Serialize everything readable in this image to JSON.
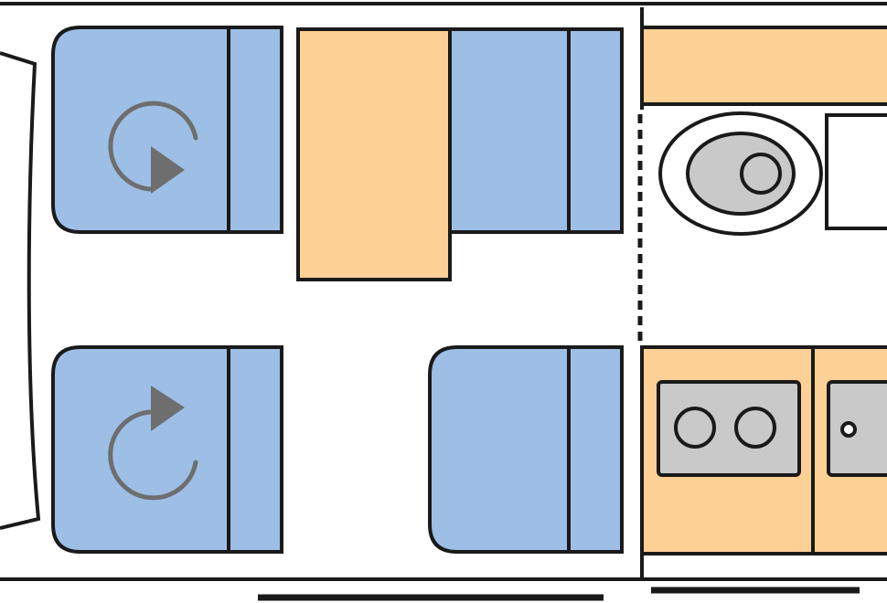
{
  "floorplan": {
    "colors": {
      "outline": "#1a1a1a",
      "seat_blue": "#9dbfe6",
      "furniture_orange": "#fdd095",
      "appliance_grey": "#c9c9c9",
      "icon_grey": "#6e6e6e",
      "background": "#ffffff"
    },
    "rooms": [
      {
        "name": "cab-and-lounge"
      },
      {
        "name": "washroom"
      },
      {
        "name": "kitchen"
      }
    ],
    "seats": [
      {
        "name": "driver-seat",
        "type": "swivel",
        "swivel_icon": "rotate-clockwise-icon"
      },
      {
        "name": "passenger-seat",
        "type": "swivel",
        "swivel_icon": "rotate-counterclockwise-icon"
      },
      {
        "name": "rear-bench-upper",
        "type": "bench"
      },
      {
        "name": "rear-bench-lower",
        "type": "bench"
      }
    ],
    "furniture": [
      {
        "name": "dinette-table"
      },
      {
        "name": "washroom-shelf"
      },
      {
        "name": "toilet"
      },
      {
        "name": "washbasin"
      },
      {
        "name": "kitchen-unit"
      },
      {
        "name": "hob-two-burner",
        "burners": 2
      },
      {
        "name": "sink"
      }
    ],
    "partitions": [
      {
        "name": "washroom-door",
        "style": "dashed"
      }
    ]
  }
}
